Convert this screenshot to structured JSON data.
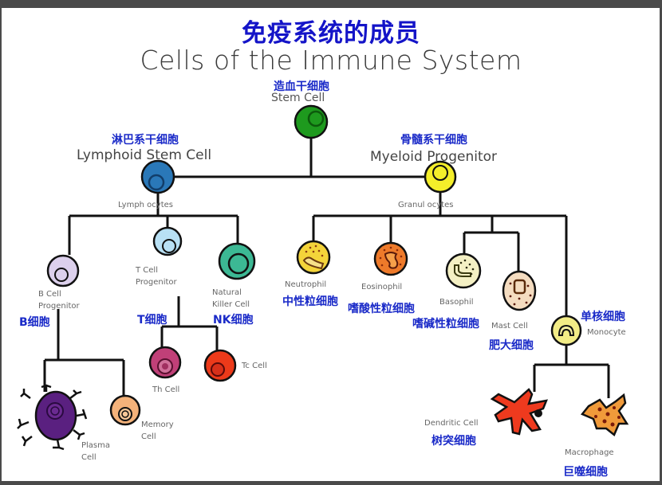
{
  "title_cn": "免疫系统的成员",
  "title_en": "Cells of the Immune System",
  "colors": {
    "line": "#111111",
    "title_cn": "#1414c8",
    "label_cn": "#1a2ac8",
    "label_en": "#707070"
  },
  "nodes": {
    "stem": {
      "en": "Stem Cell",
      "cn": "造血干细胞",
      "color": "#1e9a1e"
    },
    "lymphoid": {
      "en": "Lymphoid Stem Cell",
      "cn": "淋巴系干细胞",
      "color": "#2a78b8"
    },
    "myeloid": {
      "en": "Myeloid Progenitor",
      "cn": "骨髓系干细胞",
      "color": "#f4ee2a"
    },
    "lymphocytes": {
      "en": "Lymph ocytes"
    },
    "granulocytes": {
      "en": "Granul ocytes"
    },
    "b_progenitor": {
      "en_line1": "B Cell",
      "en_line2": "Progenitor",
      "cn": "B细胞",
      "color": "#dcd0ec"
    },
    "t_progenitor": {
      "en_line1": "T Cell",
      "en_line2": "Progenitor",
      "cn": "T细胞",
      "color": "#b8e0f4"
    },
    "nk": {
      "en_line1": "Natural",
      "en_line2": "Killer Cell",
      "cn": "NK细胞",
      "color": "#3cb894"
    },
    "neutrophil": {
      "en": "Neutrophil",
      "cn": "中性粒细胞",
      "color": "#f4d43a"
    },
    "eosinophil": {
      "en": "Eosinophil",
      "cn": "嗜酸性粒细胞",
      "color": "#ee7a2a"
    },
    "basophil": {
      "en": "Basophil",
      "cn": "嗜碱性粒细胞",
      "color": "#f4f0c4"
    },
    "mast": {
      "en": "Mast Cell",
      "cn": "肥大细胞",
      "color": "#f4dcc0"
    },
    "monocyte": {
      "en": "Monocyte",
      "cn": "单核细胞",
      "color": "#f2ec86"
    },
    "th": {
      "en": "Th Cell",
      "color": "#c04078"
    },
    "tc": {
      "en": "Tc Cell",
      "color": "#ec3a1a"
    },
    "plasma": {
      "en_line1": "Plasma",
      "en_line2": "Cell",
      "color": "#5a2080"
    },
    "memory": {
      "en_line1": "Memory",
      "en_line2": "Cell",
      "color": "#f4b27a"
    },
    "dendritic": {
      "en": "Dendritic Cell",
      "cn": "树突细胞",
      "color": "#ee3a1e"
    },
    "macrophage": {
      "en": "Macrophage",
      "cn": "巨噬细胞",
      "color": "#f09a3a"
    }
  }
}
